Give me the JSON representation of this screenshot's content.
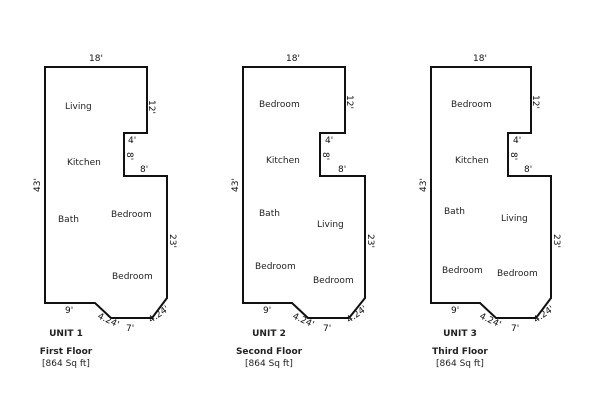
{
  "units": [
    {
      "unit": "UNIT 1",
      "floor": "First Floor",
      "area": "[864 Sq ft]",
      "rooms": [
        "Living",
        "Kitchen",
        "Bath",
        "Bedroom",
        "Bedroom"
      ],
      "dims": [
        "18'",
        "12'",
        "4'",
        "8'",
        "8'",
        "43'",
        "23'",
        "9'",
        "4.24'",
        "7'",
        "4.24'"
      ]
    },
    {
      "unit": "UNIT 2",
      "floor": "Second Floor",
      "area": "[864 Sq ft]",
      "rooms": [
        "Bedroom",
        "Kitchen",
        "Bath",
        "Living",
        "Bedroom",
        "Bedroom"
      ],
      "dims": [
        "18'",
        "12'",
        "4'",
        "8'",
        "8'",
        "43'",
        "23'",
        "9'",
        "4.24'",
        "7'",
        "4.24'"
      ]
    },
    {
      "unit": "UNIT 3",
      "floor": "Third Floor",
      "area": "[864 Sq ft]",
      "rooms": [
        "Bedroom",
        "Kitchen",
        "Bath",
        "Living",
        "Bedroom",
        "Bedroom"
      ],
      "dims": [
        "18'",
        "12'",
        "4'",
        "8'",
        "8'",
        "43'",
        "23'",
        "9'",
        "4.24'",
        "7'",
        "4.24'"
      ]
    }
  ]
}
